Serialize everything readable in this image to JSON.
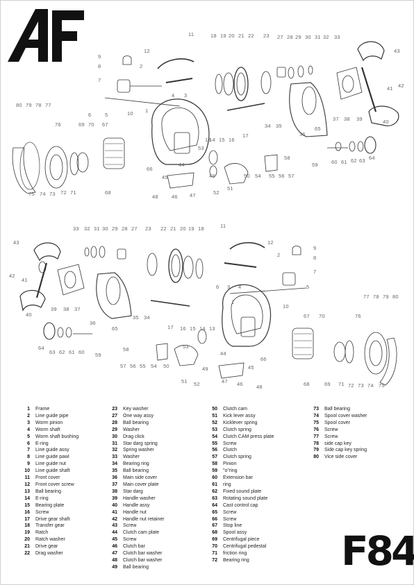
{
  "logo": {
    "text": "AF"
  },
  "model": {
    "name": "F84"
  },
  "top_callouts": [
    "11",
    "12",
    "18",
    "19",
    "20",
    "21",
    "22",
    "23",
    "27",
    "28",
    "29",
    "30",
    "31",
    "32",
    "33",
    "43",
    "9",
    "8",
    "2",
    "7",
    "6",
    "5",
    "4",
    "3",
    "10",
    "1",
    "17",
    "14",
    "15",
    "16",
    "34",
    "35",
    "36",
    "37",
    "38",
    "39",
    "40",
    "41",
    "42",
    "13",
    "80",
    "79",
    "78",
    "77",
    "76",
    "69",
    "70",
    "67",
    "66",
    "68",
    "75",
    "74",
    "73",
    "72",
    "71",
    "53",
    "44",
    "45",
    "49",
    "48",
    "46",
    "47",
    "52",
    "51",
    "50",
    "54",
    "55",
    "56",
    "57",
    "58",
    "59",
    "60",
    "61",
    "62",
    "63",
    "64",
    "65"
  ],
  "bottom_callouts": [
    "43",
    "33",
    "32",
    "31",
    "30",
    "29",
    "28",
    "27",
    "23",
    "22",
    "21",
    "20",
    "19",
    "18",
    "11",
    "12",
    "9",
    "8",
    "7",
    "2",
    "42",
    "41",
    "40",
    "39",
    "38",
    "37",
    "36",
    "35",
    "34",
    "17",
    "16",
    "15",
    "14",
    "13",
    "6",
    "3",
    "4",
    "5",
    "10",
    "1",
    "67",
    "65",
    "64",
    "63",
    "62",
    "61",
    "60",
    "59",
    "58",
    "57",
    "56",
    "55",
    "54",
    "50",
    "53",
    "51",
    "52",
    "49",
    "44",
    "45",
    "47",
    "46",
    "48",
    "66",
    "68",
    "69",
    "70",
    "71",
    "72",
    "73",
    "74",
    "75",
    "76",
    "77",
    "78",
    "79",
    "80"
  ],
  "parts": [
    {
      "no": "1",
      "name": "Frame"
    },
    {
      "no": "2",
      "name": "Line guide pipe"
    },
    {
      "no": "3",
      "name": "Worm pinion"
    },
    {
      "no": "4",
      "name": "Worm shaft"
    },
    {
      "no": "5",
      "name": "Worm shaft bushing"
    },
    {
      "no": "6",
      "name": "E-ring"
    },
    {
      "no": "7",
      "name": "Line guide assy"
    },
    {
      "no": "8",
      "name": "Line guide pawl"
    },
    {
      "no": "9",
      "name": "Line guide nut"
    },
    {
      "no": "10",
      "name": "Line guide shaft"
    },
    {
      "no": "11",
      "name": "Front cover"
    },
    {
      "no": "12",
      "name": "Front cover screw"
    },
    {
      "no": "13",
      "name": "Ball bearing"
    },
    {
      "no": "14",
      "name": "E-ring"
    },
    {
      "no": "15",
      "name": "Bearing plate"
    },
    {
      "no": "16",
      "name": "Screw"
    },
    {
      "no": "17",
      "name": "Drive gear shaft"
    },
    {
      "no": "18",
      "name": "Transfer gear"
    },
    {
      "no": "19",
      "name": "Ratch"
    },
    {
      "no": "20",
      "name": "Ratch washer"
    },
    {
      "no": "21",
      "name": "Drive gear"
    },
    {
      "no": "22",
      "name": "Drag washer"
    },
    {
      "no": "23",
      "name": "Key washer"
    },
    {
      "no": "27",
      "name": "One way assy"
    },
    {
      "no": "28",
      "name": "Ball bearing"
    },
    {
      "no": "29",
      "name": "Washer"
    },
    {
      "no": "30",
      "name": "Drag click"
    },
    {
      "no": "31",
      "name": "Star darg spring"
    },
    {
      "no": "32",
      "name": "Spring washer"
    },
    {
      "no": "33",
      "name": "Washer"
    },
    {
      "no": "34",
      "name": "Bearing ring"
    },
    {
      "no": "35",
      "name": "Ball bearing"
    },
    {
      "no": "36",
      "name": "Main side cover"
    },
    {
      "no": "37",
      "name": "Main  cover plate"
    },
    {
      "no": "38",
      "name": "Star darg"
    },
    {
      "no": "39",
      "name": "Handle washer"
    },
    {
      "no": "40",
      "name": "Handle assy"
    },
    {
      "no": "41",
      "name": "Handle nut"
    },
    {
      "no": "42",
      "name": "Handle nut retainer"
    },
    {
      "no": "43",
      "name": "Screw"
    },
    {
      "no": "44",
      "name": "Clutch cam plate"
    },
    {
      "no": "45",
      "name": "Screw"
    },
    {
      "no": "46",
      "name": "Clutch bar"
    },
    {
      "no": "47",
      "name": "Clutch bar washer"
    },
    {
      "no": "48",
      "name": "Clutch bar washer"
    },
    {
      "no": "49",
      "name": "Ball bearing"
    },
    {
      "no": "50",
      "name": "Clutch cam"
    },
    {
      "no": "51",
      "name": "Kick lever assy"
    },
    {
      "no": "52",
      "name": "Kicklever spring"
    },
    {
      "no": "53",
      "name": "Clutch spring"
    },
    {
      "no": "54",
      "name": "Clutch CAM press plate"
    },
    {
      "no": "55",
      "name": "Screw"
    },
    {
      "no": "56",
      "name": "Clutch"
    },
    {
      "no": "57",
      "name": "Clutch spring"
    },
    {
      "no": "58",
      "name": "Pinion"
    },
    {
      "no": "59",
      "name": "\"o\"ring"
    },
    {
      "no": "60",
      "name": "Extension bar"
    },
    {
      "no": "61",
      "name": "ring"
    },
    {
      "no": "62",
      "name": "Fixed sound plate"
    },
    {
      "no": "63",
      "name": "Rotating sound plate"
    },
    {
      "no": "64",
      "name": "Cast control cap"
    },
    {
      "no": "65",
      "name": "Screw"
    },
    {
      "no": "66",
      "name": "Screw"
    },
    {
      "no": "67",
      "name": "Stop line"
    },
    {
      "no": "68",
      "name": "Spool assy"
    },
    {
      "no": "69",
      "name": "Centrifugal piece"
    },
    {
      "no": "70",
      "name": "Centrifugal pedestal"
    },
    {
      "no": "71",
      "name": "friction ring"
    },
    {
      "no": "72",
      "name": "Bearing ring"
    },
    {
      "no": "73",
      "name": "Ball bearing"
    },
    {
      "no": "74",
      "name": "Spool cover washer"
    },
    {
      "no": "75",
      "name": "Spool cover"
    },
    {
      "no": "76",
      "name": "Screw"
    },
    {
      "no": "77",
      "name": "Screw"
    },
    {
      "no": "78",
      "name": "side cap key"
    },
    {
      "no": "79",
      "name": "Side cap key spring"
    },
    {
      "no": "80",
      "name": "Vice side cover"
    }
  ]
}
